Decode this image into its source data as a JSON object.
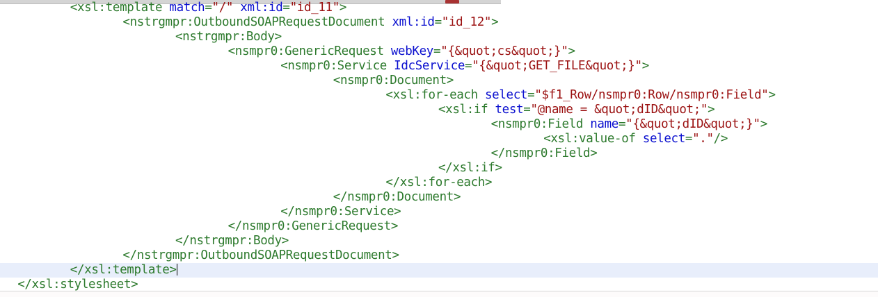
{
  "window": {
    "type": "xml-source-editor",
    "toolbar_strip_visible": true,
    "toolbar_mark_color": "#a83232",
    "background_color": "#ffffff",
    "current_line_highlight_color": "#e8eefb"
  },
  "colors": {
    "tag": "#2d7a2d",
    "attribute_name": "#0b10cf",
    "attribute_value": "#9b1111",
    "current_line": "#e8eefb",
    "toolbar": "#d4d4d4"
  },
  "editor": {
    "language": "XSLT",
    "caret_line_index": 18,
    "caret_at_end_of_line": true,
    "lines": [
      {
        "indent": 8,
        "tokens": [
          {
            "t": "tag",
            "v": "<xsl:template "
          },
          {
            "t": "attr",
            "v": "match"
          },
          {
            "t": "eq",
            "v": "="
          },
          {
            "t": "val",
            "v": "\"/\""
          },
          {
            "t": "plain",
            "v": " "
          },
          {
            "t": "attr",
            "v": "xml:id"
          },
          {
            "t": "eq",
            "v": "="
          },
          {
            "t": "val",
            "v": "\"id_11\""
          },
          {
            "t": "tag",
            "v": ">"
          }
        ]
      },
      {
        "indent": 14,
        "tokens": [
          {
            "t": "tag",
            "v": "<nstrgmpr:OutboundSOAPRequestDocument "
          },
          {
            "t": "attr",
            "v": "xml:id"
          },
          {
            "t": "eq",
            "v": "="
          },
          {
            "t": "val",
            "v": "\"id_12\""
          },
          {
            "t": "tag",
            "v": ">"
          }
        ]
      },
      {
        "indent": 20,
        "tokens": [
          {
            "t": "tag",
            "v": "<nstrgmpr:Body>"
          }
        ]
      },
      {
        "indent": 26,
        "tokens": [
          {
            "t": "tag",
            "v": "<nsmpr0:GenericRequest "
          },
          {
            "t": "attr",
            "v": "webKey"
          },
          {
            "t": "eq",
            "v": "="
          },
          {
            "t": "val",
            "v": "\"{&quot;cs&quot;}\""
          },
          {
            "t": "tag",
            "v": ">"
          }
        ]
      },
      {
        "indent": 32,
        "tokens": [
          {
            "t": "tag",
            "v": "<nsmpr0:Service "
          },
          {
            "t": "attr",
            "v": "IdcService"
          },
          {
            "t": "eq",
            "v": "="
          },
          {
            "t": "val",
            "v": "\"{&quot;GET_FILE&quot;}\""
          },
          {
            "t": "tag",
            "v": ">"
          }
        ]
      },
      {
        "indent": 38,
        "tokens": [
          {
            "t": "tag",
            "v": "<nsmpr0:Document>"
          }
        ]
      },
      {
        "indent": 44,
        "tokens": [
          {
            "t": "tag",
            "v": "<xsl:for-each "
          },
          {
            "t": "attr",
            "v": "select"
          },
          {
            "t": "eq",
            "v": "="
          },
          {
            "t": "val",
            "v": "\"$f1_Row/nsmpr0:Row/nsmpr0:Field\""
          },
          {
            "t": "tag",
            "v": ">"
          }
        ]
      },
      {
        "indent": 50,
        "tokens": [
          {
            "t": "tag",
            "v": "<xsl:if "
          },
          {
            "t": "attr",
            "v": "test"
          },
          {
            "t": "eq",
            "v": "="
          },
          {
            "t": "val",
            "v": "\"@name = &quot;dID&quot;\""
          },
          {
            "t": "tag",
            "v": ">"
          }
        ]
      },
      {
        "indent": 56,
        "tokens": [
          {
            "t": "tag",
            "v": "<nsmpr0:Field "
          },
          {
            "t": "attr",
            "v": "name"
          },
          {
            "t": "eq",
            "v": "="
          },
          {
            "t": "val",
            "v": "\"{&quot;dID&quot;}\""
          },
          {
            "t": "tag",
            "v": ">"
          }
        ]
      },
      {
        "indent": 62,
        "tokens": [
          {
            "t": "tag",
            "v": "<xsl:value-of "
          },
          {
            "t": "attr",
            "v": "select"
          },
          {
            "t": "eq",
            "v": "="
          },
          {
            "t": "val",
            "v": "\".\""
          },
          {
            "t": "tag",
            "v": "/>"
          }
        ]
      },
      {
        "indent": 56,
        "tokens": [
          {
            "t": "tag",
            "v": "</nsmpr0:Field>"
          }
        ]
      },
      {
        "indent": 50,
        "tokens": [
          {
            "t": "tag",
            "v": "</xsl:if>"
          }
        ]
      },
      {
        "indent": 44,
        "tokens": [
          {
            "t": "tag",
            "v": "</xsl:for-each>"
          }
        ]
      },
      {
        "indent": 38,
        "tokens": [
          {
            "t": "tag",
            "v": "</nsmpr0:Document>"
          }
        ]
      },
      {
        "indent": 32,
        "tokens": [
          {
            "t": "tag",
            "v": "</nsmpr0:Service>"
          }
        ]
      },
      {
        "indent": 26,
        "tokens": [
          {
            "t": "tag",
            "v": "</nsmpr0:GenericRequest>"
          }
        ]
      },
      {
        "indent": 20,
        "tokens": [
          {
            "t": "tag",
            "v": "</nstrgmpr:Body>"
          }
        ]
      },
      {
        "indent": 14,
        "tokens": [
          {
            "t": "tag",
            "v": "</nstrgmpr:OutboundSOAPRequestDocument>"
          }
        ]
      },
      {
        "indent": 8,
        "tokens": [
          {
            "t": "tag",
            "v": "</xsl:template>"
          }
        ]
      },
      {
        "indent": 2,
        "tokens": [
          {
            "t": "tag",
            "v": "</xsl:stylesheet>"
          }
        ]
      }
    ]
  }
}
